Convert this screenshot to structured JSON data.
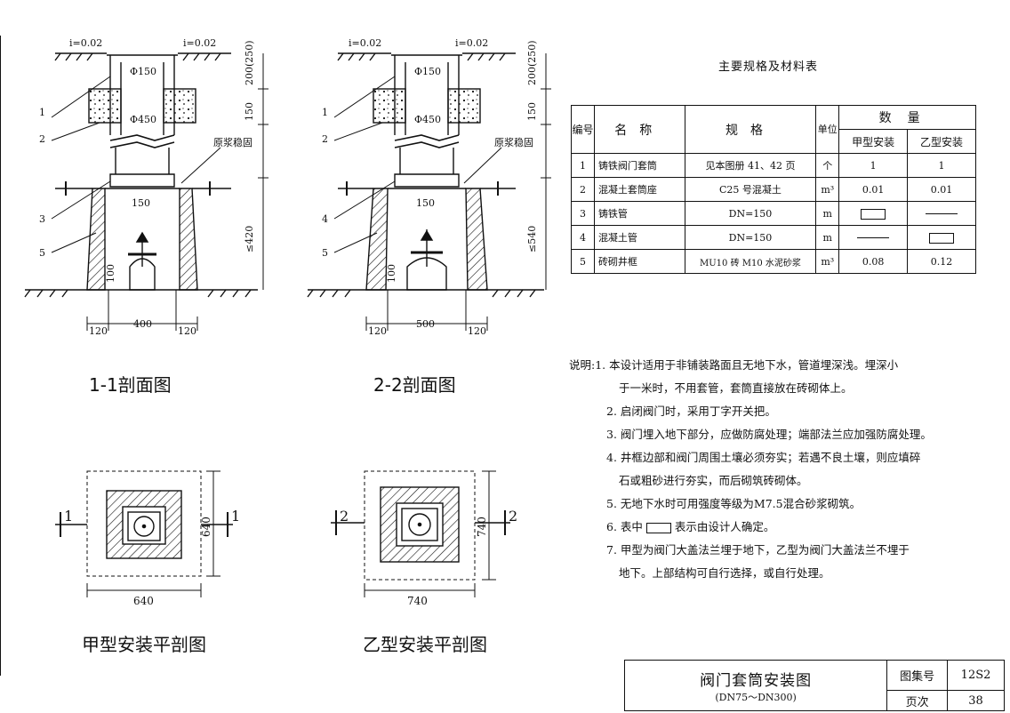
{
  "sections": {
    "s11": {
      "slope_left": "i=0.02",
      "slope_right": "i=0.02",
      "pipe_top": "Φ150",
      "pipe_mid": "Φ450",
      "dim_v1": "150",
      "dim_v2": "200(250)",
      "dim_v3": "≤420",
      "inner_w": "150",
      "dim_100": "100",
      "bot_left": "120",
      "bot_mid": "400",
      "bot_right": "120",
      "callouts": [
        "1",
        "2",
        "3",
        "5"
      ],
      "mortar": "原浆稳固",
      "caption": "1-1剖面图"
    },
    "s22": {
      "slope_left": "i=0.02",
      "slope_right": "i=0.02",
      "pipe_top": "Φ150",
      "pipe_mid": "Φ450",
      "dim_v1": "150",
      "dim_v2": "200(250)",
      "dim_v3": "≤540",
      "inner_w": "150",
      "dim_100": "100",
      "bot_left": "120",
      "bot_mid": "500",
      "bot_right": "120",
      "callouts": [
        "1",
        "2",
        "4",
        "5"
      ],
      "mortar": "原浆稳固",
      "caption": "2-2剖面图"
    }
  },
  "plans": {
    "a": {
      "mark": "1",
      "w": "640",
      "h": "640",
      "caption": "甲型安装平剖图"
    },
    "b": {
      "mark": "2",
      "w": "740",
      "h": "740",
      "caption": "乙型安装平剖图"
    }
  },
  "spec_table": {
    "title": "主要规格及材料表",
    "headers": {
      "no": "编号",
      "name": "名称",
      "spec": "规格",
      "unit": "单位",
      "qty": "数量",
      "a": "甲型安装",
      "b": "乙型安装"
    },
    "rows": [
      {
        "no": "1",
        "name": "铸铁阀门套筒",
        "spec": "见本图册 41、42 页",
        "unit": "个",
        "a": "1",
        "b": "1"
      },
      {
        "no": "2",
        "name": "混凝土套筒座",
        "spec": "C25 号混凝土",
        "unit": "m³",
        "a": "0.01",
        "b": "0.01"
      },
      {
        "no": "3",
        "name": "铸铁管",
        "spec": "DN=150",
        "unit": "m",
        "a": "",
        "b": ""
      },
      {
        "no": "4",
        "name": "混凝土管",
        "spec": "DN=150",
        "unit": "m",
        "a": "",
        "b": ""
      },
      {
        "no": "5",
        "name": "砖砌井框",
        "spec": "MU10 砖 M10 水泥砂浆",
        "unit": "m³",
        "a": "0.08",
        "b": "0.12"
      }
    ]
  },
  "notes": {
    "lead": "说明:",
    "items": [
      "1. 本设计适用于非铺装路面且无地下水，管道埋深浅。埋深小",
      "于一米时，不用套管，套筒直接放在砖砌体上。",
      "2. 启闭阀门时，采用丁字开关把。",
      "3. 阀门埋入地下部分，应做防腐处理；端部法兰应加强防腐处理。",
      "4. 井框边部和阀门周围土壤必须夯实；若遇不良土壤，则应填碎",
      "石或粗砂进行夯实，而后砌筑砖砌体。",
      "5. 无地下水时可用强度等级为M7.5混合砂浆砌筑。",
      "6. 表中",
      "表示由设计人确定。",
      "7. 甲型为阀门大盖法兰埋于地下，乙型为阀门大盖法兰不埋于",
      "地下。上部结构可自行选择，或自行处理。"
    ]
  },
  "title_block": {
    "title": "阀门套筒安装图",
    "subtitle": "(DN75～DN300)",
    "atlas_label": "图集号",
    "atlas_value": "12S2",
    "page_label": "页次",
    "page_value": "38"
  }
}
